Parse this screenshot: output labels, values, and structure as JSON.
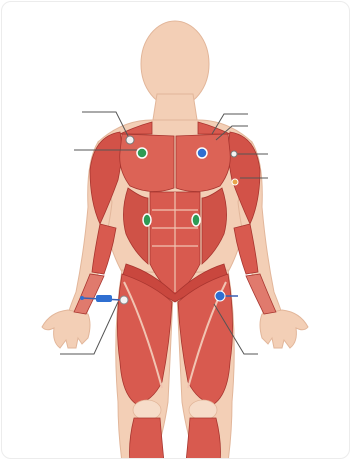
{
  "figure": {
    "description_visible_text": "",
    "palette": {
      "skin": "#f3cfb6",
      "skin_shadow": "#e2b69a",
      "muscle": "#d85a4f",
      "muscle_dark": "#b8403a",
      "muscle_light": "#e98a7c",
      "tendon": "#f6dcc9",
      "leader_line": "#555555"
    }
  },
  "markers": [
    {
      "id": "shoulder-left",
      "kind": "ring",
      "color": "#f3f3f3"
    },
    {
      "id": "chest-left",
      "kind": "dot",
      "color": "#2e9b55"
    },
    {
      "id": "chest-right",
      "kind": "dot",
      "color": "#2f6fd1"
    },
    {
      "id": "shoulder-right",
      "kind": "ring",
      "color": "#f3f3f3"
    },
    {
      "id": "biceps-right",
      "kind": "dot",
      "color": "#e8a44a"
    },
    {
      "id": "abdomen-left",
      "kind": "dot",
      "color": "#2e9b55"
    },
    {
      "id": "abdomen-right",
      "kind": "dot",
      "color": "#2e9b55"
    },
    {
      "id": "thigh-left",
      "kind": "electrode",
      "color": "#2f6fd1"
    },
    {
      "id": "thigh-right",
      "kind": "electrode",
      "color": "#2f6fd1"
    }
  ]
}
